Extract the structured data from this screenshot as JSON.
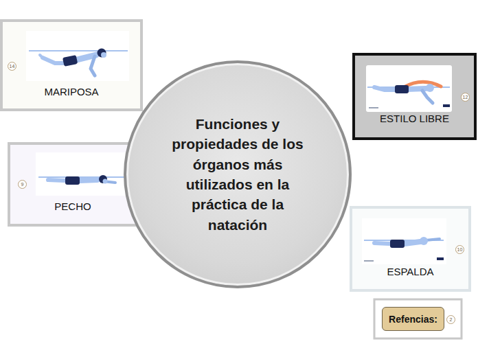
{
  "diagram": {
    "nodes": [
      {
        "text": [
          "MARIPOSA"
        ]
      },
      {
        "text": [
          "Funciones y propiedades de los órganos más utilizados en la práctica de la natación"
        ]
      },
      {
        "text": [
          "ESTILO LIBRE"
        ]
      },
      {
        "text": [
          "PECHO"
        ]
      },
      {
        "text": [
          "ESPALDA"
        ]
      },
      {
        "text": [
          "Refencias:"
        ]
      }
    ],
    "labels": [
      "14",
      "12",
      "9",
      "10",
      "2"
    ]
  }
}
